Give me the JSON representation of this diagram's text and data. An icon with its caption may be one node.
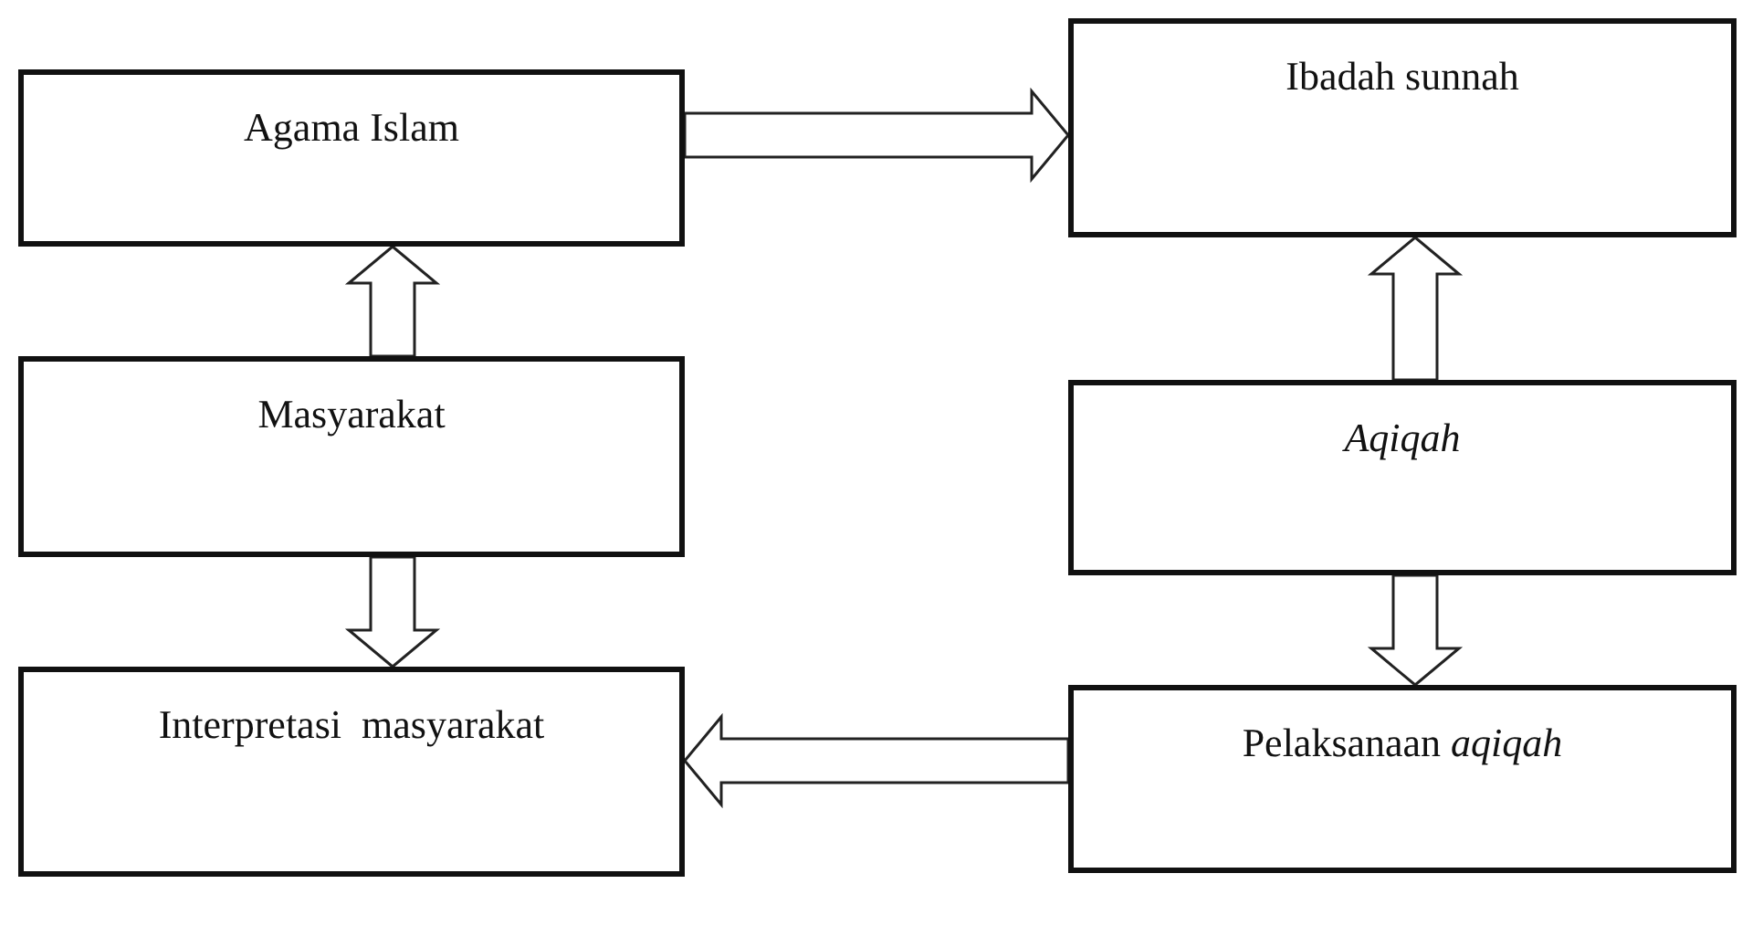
{
  "diagram": {
    "nodes": [
      {
        "text": [
          "Agama Islam"
        ]
      },
      {
        "text": [
          "Ibadah sunnah"
        ]
      },
      {
        "text": [
          "Masyarakat"
        ]
      },
      {
        "text": [
          "Aqiqah"
        ]
      },
      {
        "text": [
          "Interpretasi  masyarakat"
        ]
      },
      {
        "text": [
          "Pelaksanaan *aqiqah*"
        ]
      }
    ],
    "edges": [
      {
        "from": 2,
        "to": 0,
        "arrow": "to"
      },
      {
        "from": 2,
        "to": 4,
        "arrow": "to"
      },
      {
        "from": 0,
        "to": 1,
        "arrow": "to"
      },
      {
        "from": 3,
        "to": 1,
        "arrow": "to"
      },
      {
        "from": 3,
        "to": 5,
        "arrow": "to"
      },
      {
        "from": 5,
        "to": 4,
        "arrow": "to"
      }
    ]
  }
}
